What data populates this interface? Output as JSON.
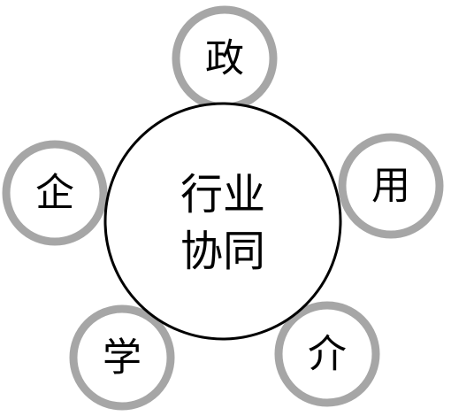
{
  "center": {
    "line1": "行业",
    "line2": "协同"
  },
  "nodes": {
    "top": "政",
    "right": "用",
    "bottom_right": "介",
    "bottom_left": "学",
    "left": "企"
  },
  "colors": {
    "outer_ring": "#a6a6a6",
    "center_ring": "#000000",
    "text": "#000000",
    "background": "#ffffff"
  }
}
